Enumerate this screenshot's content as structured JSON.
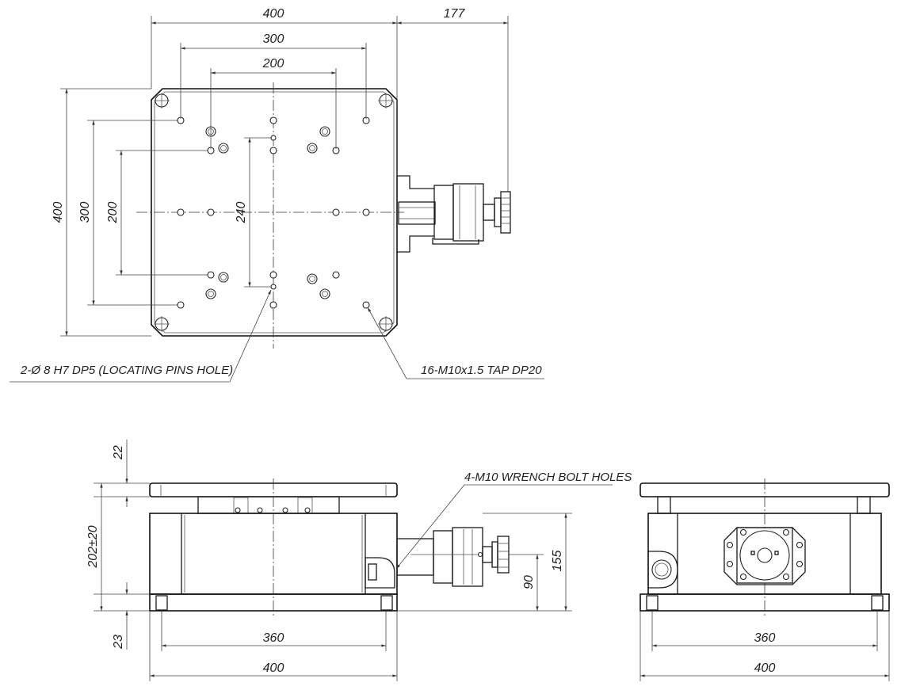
{
  "top_view": {
    "dims": {
      "width": "400",
      "hole_span_outer": "300",
      "hole_span_inner": "200",
      "motor_ext": "177",
      "height": "400",
      "v_outer": "300",
      "v_inner": "200",
      "pin_span": "240"
    },
    "callout_pins": "2-Ø 8 H7 DP5 (LOCATING PINS HOLE)",
    "callout_taps": "16-M10x1.5 TAP DP20"
  },
  "front_view": {
    "dims": {
      "top_plate": "22",
      "height": "202±20",
      "base": "23",
      "bolt_span": "360",
      "width": "400",
      "axis_height": "90",
      "total": "155"
    },
    "callout_wrench": "4-M10 WRENCH BOLT HOLES"
  },
  "side_view": {
    "dims": {
      "bolt_span": "360",
      "width": "400"
    }
  }
}
